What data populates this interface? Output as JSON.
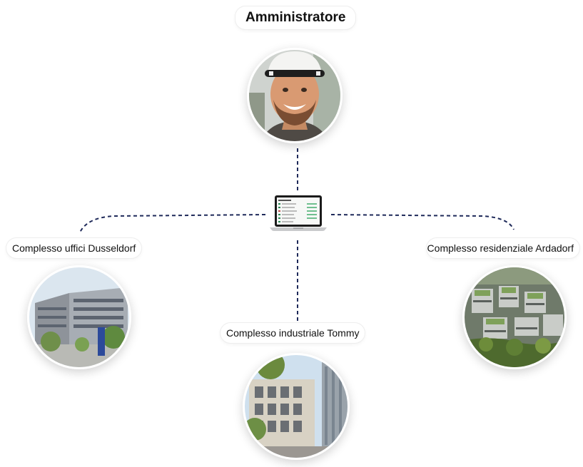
{
  "diagram": {
    "title": "Amministratore",
    "hub": {
      "icon": "laptop-dashboard-icon"
    },
    "avatar": {
      "icon": "admin-avatar-photo"
    },
    "nodes": [
      {
        "label": "Complesso uffici Dusseldorf",
        "icon": "office-building-photo"
      },
      {
        "label": "Complesso industriale Tommy",
        "icon": "industrial-building-photo"
      },
      {
        "label": "Complesso residenziale Ardadorf",
        "icon": "residential-complex-photo"
      }
    ],
    "colors": {
      "connector": "#1f2a5a",
      "pill_border": "#eeeeee",
      "background": "#ffffff"
    }
  }
}
